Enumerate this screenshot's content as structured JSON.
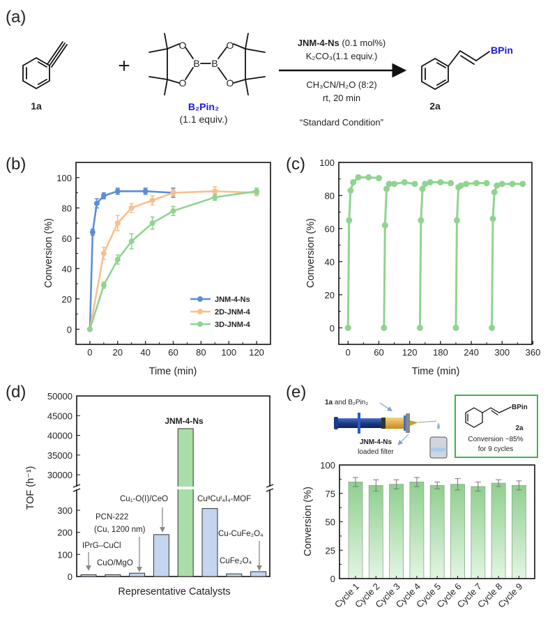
{
  "panel_labels": {
    "a": "(a)",
    "b": "(b)",
    "c": "(c)",
    "d": "(d)",
    "e": "(e)"
  },
  "scheme": {
    "reactant1": "1a",
    "plus": "+",
    "reactant2": "B₂Pin₂",
    "reactant2_amount": "(1.1 equiv.)",
    "atom_o": "O",
    "atom_b": "B",
    "catalyst": "JNM-4-Ns",
    "catalyst_loading": "(0.1 mol%)",
    "base": "K₂CO₃(1.1 equiv.)",
    "solvent": "CH₃CN/H₂O (8:2)",
    "conditions": "rt, 20 min",
    "condition_name": "“Standard Condition”",
    "product": "2a",
    "product_group": "BPin",
    "colors": {
      "blue_label": "#1a1adb"
    }
  },
  "legend_b": [
    "JNM-4-Ns",
    "2D-JNM-4",
    "3D-JNM-4"
  ],
  "inset_e": {
    "feed_label_bold": "1a",
    "feed_label_rest": " and B₂Pin₂",
    "filter_bold": "JNM-4-Ns",
    "filter_rest": "loaded filter",
    "product_group": "BPin",
    "product": "2a",
    "conversion_line1": "Conversion ~85%",
    "conversion_line2": "for 9 cycles"
  },
  "chart_data": [
    {
      "id": "b",
      "type": "line",
      "xlabel": "Time (min)",
      "ylabel": "Conversion (%)",
      "xlim": [
        -10,
        130
      ],
      "ylim": [
        -10,
        110
      ],
      "xticks": [
        0,
        20,
        40,
        60,
        80,
        100,
        120
      ],
      "yticks": [
        0,
        20,
        40,
        60,
        80,
        100
      ],
      "legend": "bottom-right",
      "series": [
        {
          "name": "JNM-4-Ns",
          "color": "#5b8ed6",
          "x": [
            0,
            2,
            5,
            10,
            20,
            40,
            60
          ],
          "y": [
            0,
            64,
            83,
            88,
            91,
            91,
            90
          ],
          "err": [
            0,
            2,
            3,
            2,
            2,
            2,
            3
          ]
        },
        {
          "name": "2D-JNM-4",
          "color": "#f9c08d",
          "x": [
            0,
            10,
            20,
            30,
            45,
            60,
            90,
            120
          ],
          "y": [
            0,
            50,
            70,
            80,
            85,
            90,
            91,
            90
          ],
          "err": [
            0,
            4,
            5,
            3,
            3,
            2,
            3,
            2
          ]
        },
        {
          "name": "3D-JNM-4",
          "color": "#8fd48f",
          "x": [
            0,
            10,
            20,
            30,
            45,
            60,
            90,
            120
          ],
          "y": [
            0,
            29,
            46,
            58,
            70,
            78,
            87,
            91
          ],
          "err": [
            0,
            2,
            3,
            5,
            4,
            3,
            2,
            2
          ]
        }
      ]
    },
    {
      "id": "c",
      "type": "line",
      "xlabel": "Time (min)",
      "ylabel": "Conversion (%)",
      "xlim": [
        -18,
        358
      ],
      "ylim": [
        -10,
        100
      ],
      "xticks": [
        0,
        60,
        120,
        180,
        240,
        300,
        360
      ],
      "yticks": [
        0,
        20,
        40,
        60,
        80,
        100
      ],
      "series": [
        {
          "name": "Cycle 1",
          "color": "#8fd48f",
          "x": [
            0,
            2,
            5,
            10,
            20,
            40,
            60
          ],
          "y": [
            0,
            65,
            83,
            88,
            91,
            91,
            90.5
          ]
        },
        {
          "name": "Cycle 2",
          "color": "#8fd48f",
          "x": [
            70,
            72,
            75,
            80,
            90,
            110,
            130
          ],
          "y": [
            0,
            62,
            84,
            87,
            87,
            88,
            87
          ]
        },
        {
          "name": "Cycle 3",
          "color": "#8fd48f",
          "x": [
            140,
            142,
            145,
            150,
            160,
            180,
            200
          ],
          "y": [
            0,
            65,
            84,
            87,
            88,
            88,
            87.5
          ]
        },
        {
          "name": "Cycle 4",
          "color": "#8fd48f",
          "x": [
            210,
            212,
            215,
            220,
            230,
            250,
            270
          ],
          "y": [
            0,
            65,
            85,
            86,
            87,
            87.5,
            87.5
          ]
        },
        {
          "name": "Cycle 5",
          "color": "#8fd48f",
          "x": [
            280,
            282,
            285,
            290,
            300,
            320,
            340
          ],
          "y": [
            0,
            66,
            82,
            86,
            87,
            87,
            87
          ]
        }
      ]
    },
    {
      "id": "d",
      "type": "bar",
      "xlabel": "Representative Catalysts",
      "ylabel": "TOF (h⁻¹)",
      "y_axis_break": true,
      "ylim_lower": [
        0,
        395
      ],
      "ylim_upper": [
        27000,
        50000
      ],
      "yticks_lower": [
        0,
        100,
        200,
        300
      ],
      "yticks_upper": [
        30000,
        35000,
        40000,
        45000,
        50000
      ],
      "categories": [
        "IPrG–CuCl",
        "CuO/MgO",
        "PCN-222 (Cu, 1200 nm)",
        "Cu₁-O(I)/CeO",
        "JNM-4-Ns",
        "CuᴵᴵCuᴵ₄I₄-MOF",
        "CuFe₂O₄",
        "Cu-CuFe₂O₄"
      ],
      "values": [
        8,
        8,
        15,
        190,
        41700,
        308,
        12,
        22
      ],
      "colors": {
        "reference": "#c3d5ef",
        "highlight": "#a9dea9"
      },
      "annotations": [
        "IPrG–CuCl",
        "CuO/MgO",
        "PCN-222",
        "(Cu, 1200 nm)",
        "Cu₁-O(I)/CeO",
        "JNM-4-Ns",
        "CuᴵᴵCuᴵ₄I₄-MOF",
        "Cu-CuFe₂O₄",
        "CuFe₂O₄"
      ]
    },
    {
      "id": "e",
      "type": "bar",
      "xlabel": "",
      "ylabel": "Conversion (%)",
      "ylim": [
        0,
        100
      ],
      "yticks": [
        0,
        25,
        50,
        75,
        100
      ],
      "categories": [
        "Cycle 1",
        "Cycle 2",
        "Cycle 3",
        "Cycle 4",
        "Cycle 5",
        "Cycle 6",
        "Cycle 7",
        "Cycle 8",
        "Cycle 9"
      ],
      "values": [
        85,
        82,
        83,
        85,
        82,
        83,
        81,
        84,
        82
      ],
      "err": [
        4,
        5,
        4,
        4,
        3,
        5,
        4,
        3,
        4
      ],
      "color": "#9fd69f"
    }
  ]
}
